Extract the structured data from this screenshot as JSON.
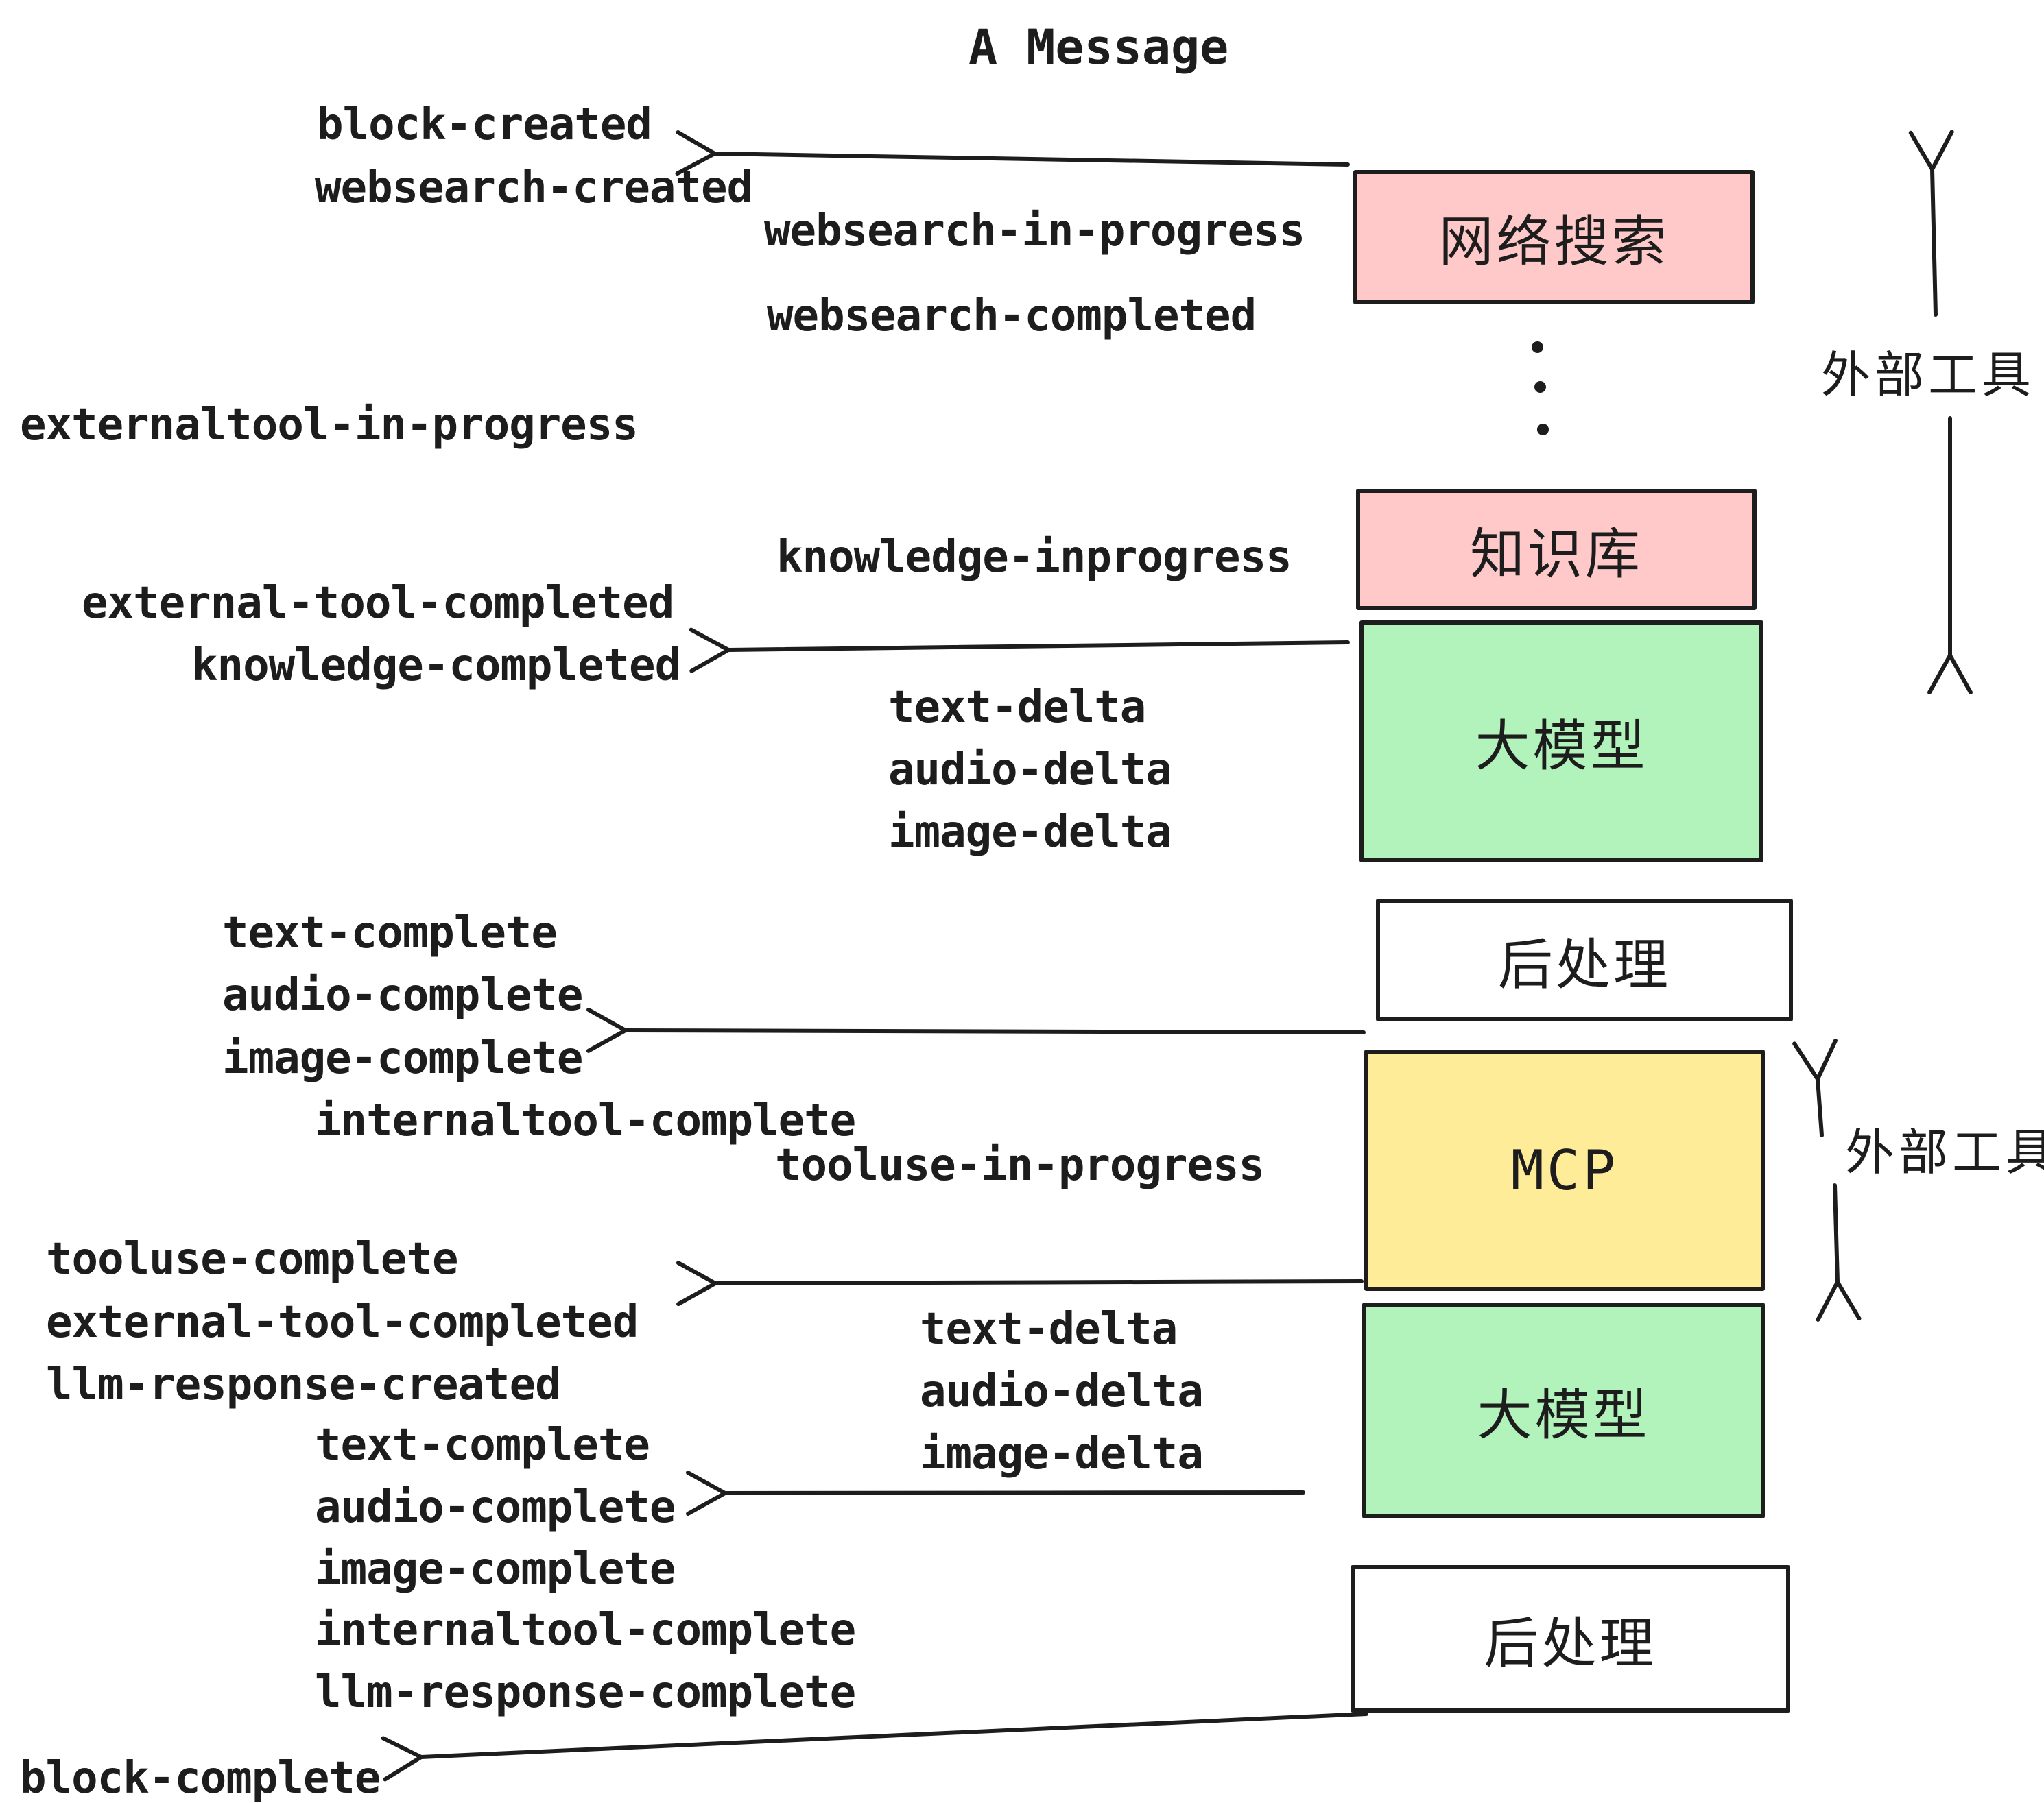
{
  "title": "A Message",
  "colors": {
    "pink": "#ffc9c9",
    "green": "#b2f2bb",
    "yellow": "#ffec99",
    "white": "#ffffff",
    "ink": "#1d1d1d"
  },
  "boxes": [
    {
      "id": "websearch",
      "label": "网络搜索",
      "color": "pink"
    },
    {
      "id": "knowledge",
      "label": "知识库",
      "color": "pink"
    },
    {
      "id": "llm1",
      "label": "大模型",
      "color": "green"
    },
    {
      "id": "post1",
      "label": "后处理",
      "color": "white"
    },
    {
      "id": "mcp",
      "label": "MCP",
      "color": "yellow"
    },
    {
      "id": "llm2",
      "label": "大模型",
      "color": "green"
    },
    {
      "id": "post2",
      "label": "后处理",
      "color": "white"
    }
  ],
  "side_labels": [
    {
      "label": "外部工具"
    },
    {
      "label": "外部工具"
    }
  ],
  "events": [
    {
      "label": "block-created"
    },
    {
      "label": "websearch-created"
    },
    {
      "label": "websearch-in-progress"
    },
    {
      "label": "websearch-completed"
    },
    {
      "label": "externaltool-in-progress"
    },
    {
      "label": "knowledge-inprogress"
    },
    {
      "label": "external-tool-completed"
    },
    {
      "label": "knowledge-completed"
    },
    {
      "label": "text-delta"
    },
    {
      "label": "audio-delta"
    },
    {
      "label": "image-delta"
    },
    {
      "label": "text-complete"
    },
    {
      "label": "audio-complete"
    },
    {
      "label": "image-complete"
    },
    {
      "label": "internaltool-complete"
    },
    {
      "label": "tooluse-in-progress"
    },
    {
      "label": "tooluse-complete"
    },
    {
      "label": "external-tool-completed"
    },
    {
      "label": "llm-response-created"
    },
    {
      "label": "text-delta"
    },
    {
      "label": "audio-delta"
    },
    {
      "label": "image-delta"
    },
    {
      "label": "text-complete"
    },
    {
      "label": "audio-complete"
    },
    {
      "label": "image-complete"
    },
    {
      "label": "internaltool-complete"
    },
    {
      "label": "llm-response-complete"
    },
    {
      "label": "block-complete"
    }
  ]
}
